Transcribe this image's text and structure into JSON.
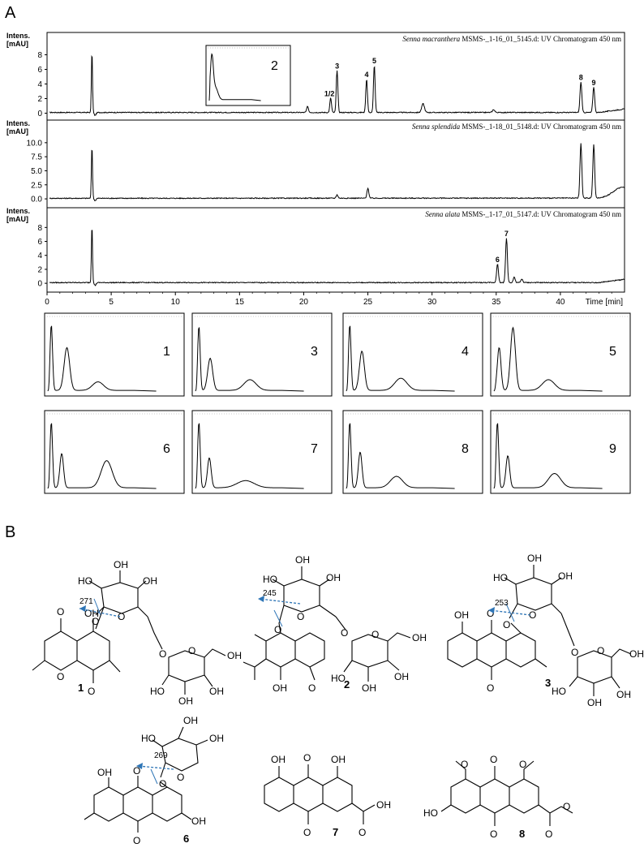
{
  "panel_labels": {
    "a": "A",
    "b": "B"
  },
  "chart_data": [
    {
      "type": "line",
      "chromatograms": [
        {
          "title_species": "Senna macranthera",
          "title_rest": " MSMS-_1-16_01_5145.d: UV Chromatogram 450 nm",
          "ylabel": [
            "Intens.",
            "[mAU]"
          ],
          "y_ticks": [
            "0",
            "2",
            "4",
            "6",
            "8"
          ],
          "ylim": [
            -0.5,
            9.5
          ],
          "baseline": 0.1,
          "peaks": [
            [
              3.5,
              8.5,
              0.06
            ],
            [
              20.3,
              0.8,
              0.1
            ],
            [
              22.1,
              2.0,
              0.09
            ],
            [
              22.6,
              5.8,
              0.09
            ],
            [
              24.9,
              4.6,
              0.09
            ],
            [
              25.5,
              6.5,
              0.09
            ],
            [
              29.3,
              1.2,
              0.15
            ],
            [
              34.8,
              0.4,
              0.12
            ],
            [
              41.6,
              4.2,
              0.1
            ],
            [
              42.6,
              3.5,
              0.1
            ]
          ],
          "peak_labels": [
            {
              "label": "1/2",
              "time": 22.0,
              "height": 2.0
            },
            {
              "label": "3",
              "time": 22.6,
              "height": 5.8
            },
            {
              "label": "4",
              "time": 24.9,
              "height": 4.6
            },
            {
              "label": "5",
              "time": 25.5,
              "height": 6.5
            },
            {
              "label": "8",
              "time": 41.6,
              "height": 4.2
            },
            {
              "label": "9",
              "time": 42.6,
              "height": 3.5
            }
          ],
          "inset_label": "2"
        },
        {
          "title_species": "Senna splendida",
          "title_rest": " MSMS-_1-18_01_5148.d: UV Chromatogram 450 nm",
          "ylabel": [
            "Intens.",
            "[mAU]"
          ],
          "y_ticks": [
            "0.0",
            "2.5",
            "5.0",
            "7.5",
            "10.0"
          ],
          "ylim": [
            -1,
            12
          ],
          "baseline": 0.1,
          "peaks": [
            [
              3.5,
              9.5,
              0.06
            ],
            [
              22.6,
              0.6,
              0.1
            ],
            [
              25.0,
              1.8,
              0.1
            ],
            [
              41.6,
              9.8,
              0.1
            ],
            [
              42.6,
              9.5,
              0.1
            ],
            [
              44.8,
              1.4,
              0.9
            ]
          ],
          "peak_labels": []
        },
        {
          "title_species": "Senna alata",
          "title_rest": " MSMS-_1-17_01_5147.d: UV Chromatogram 450 nm",
          "ylabel": [
            "Intens.",
            "[mAU]"
          ],
          "y_ticks": [
            "0",
            "2",
            "4",
            "6",
            "8"
          ],
          "ylim": [
            -0.8,
            9.2
          ],
          "baseline": 0.1,
          "peaks": [
            [
              3.5,
              8.4,
              0.06
            ],
            [
              35.1,
              2.7,
              0.1
            ],
            [
              35.8,
              6.4,
              0.1
            ],
            [
              36.4,
              0.8,
              0.1
            ],
            [
              37.0,
              0.5,
              0.1
            ]
          ],
          "peak_labels": [
            {
              "label": "6",
              "time": 35.1,
              "height": 2.7
            },
            {
              "label": "7",
              "time": 35.8,
              "height": 6.4
            }
          ]
        }
      ],
      "x_axis": {
        "label": "Time [min]",
        "ticks": [
          "0",
          "5",
          "10",
          "15",
          "20",
          "25",
          "30",
          "35",
          "40"
        ],
        "xlim": [
          0,
          45
        ]
      }
    },
    {
      "type": "line",
      "uv_spectra": [
        {
          "label": "1",
          "bands": [
            [
              0.04,
              0.92,
              0.02
            ],
            [
              0.22,
              0.6,
              0.045
            ],
            [
              0.58,
              0.12,
              0.09
            ]
          ]
        },
        {
          "label": "3",
          "bands": [
            [
              0.04,
              0.9,
              0.02
            ],
            [
              0.17,
              0.45,
              0.04
            ],
            [
              0.63,
              0.15,
              0.1
            ]
          ]
        },
        {
          "label": "4",
          "bands": [
            [
              0.04,
              0.92,
              0.02
            ],
            [
              0.18,
              0.55,
              0.04
            ],
            [
              0.63,
              0.17,
              0.1
            ]
          ]
        },
        {
          "label": "5",
          "bands": [
            [
              0.06,
              0.6,
              0.03
            ],
            [
              0.22,
              0.88,
              0.04
            ],
            [
              0.63,
              0.15,
              0.1
            ]
          ]
        },
        {
          "label": "6",
          "bands": [
            [
              0.04,
              0.92,
              0.02
            ],
            [
              0.16,
              0.48,
              0.03
            ],
            [
              0.68,
              0.38,
              0.09
            ]
          ]
        },
        {
          "label": "7",
          "bands": [
            [
              0.04,
              0.92,
              0.02
            ],
            [
              0.16,
              0.42,
              0.03
            ],
            [
              0.58,
              0.1,
              0.14
            ]
          ]
        },
        {
          "label": "8",
          "bands": [
            [
              0.04,
              0.92,
              0.02
            ],
            [
              0.16,
              0.5,
              0.03
            ],
            [
              0.58,
              0.16,
              0.1
            ]
          ]
        },
        {
          "label": "9",
          "bands": [
            [
              0.04,
              0.92,
              0.02
            ],
            [
              0.16,
              0.45,
              0.03
            ],
            [
              0.7,
              0.2,
              0.1
            ]
          ]
        }
      ]
    }
  ],
  "structures": {
    "c1": {
      "label": "1",
      "frag": "271"
    },
    "c2": {
      "label": "2",
      "frag": "245"
    },
    "c3": {
      "label": "3",
      "frag": "253"
    },
    "c6": {
      "label": "6",
      "frag": "269"
    },
    "c7": {
      "label": "7"
    },
    "c8": {
      "label": "8"
    },
    "atoms": {
      "O": "O",
      "OH": "OH",
      "HO": "HO"
    }
  },
  "colors": {
    "line": "#000000",
    "arrow": "#2e75b6"
  }
}
